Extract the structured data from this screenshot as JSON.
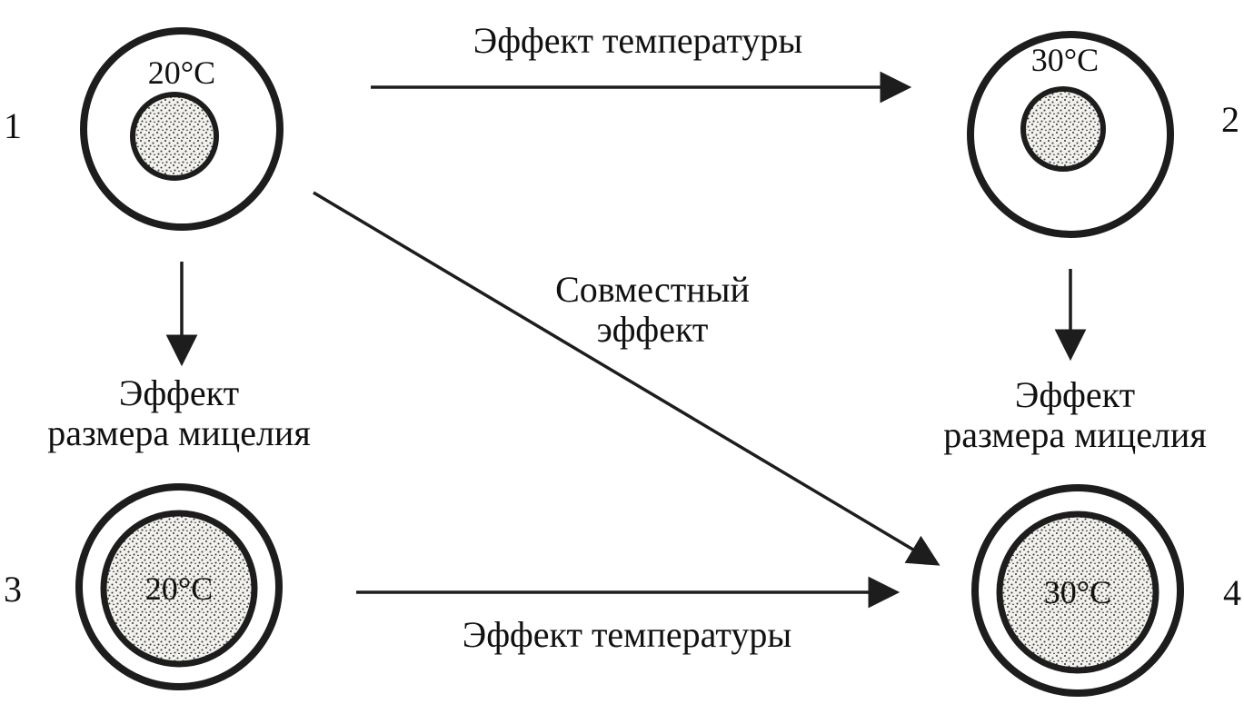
{
  "diagram": {
    "ink_color": "#1d1d1d",
    "stipple_bg": "#f2f1ee",
    "stipple_dot": "#3a3a3a",
    "nodes": [
      {
        "number": "1",
        "temp": "20°C",
        "inner_micelle": "small"
      },
      {
        "number": "2",
        "temp": "30°C",
        "inner_micelle": "small"
      },
      {
        "number": "3",
        "temp": "20°C",
        "inner_micelle": "large"
      },
      {
        "number": "4",
        "temp": "30°C",
        "inner_micelle": "large"
      }
    ],
    "labels": {
      "temp_effect_top": "Эффект температуры",
      "temp_effect_bottom": "Эффект температуры",
      "size_effect_left_line1": "Эффект",
      "size_effect_left_line2": "размера мицелия",
      "size_effect_right_line1": "Эффект",
      "size_effect_right_line2": "размера мицелия",
      "joint_effect_line1": "Совместный",
      "joint_effect_line2": "эффект"
    }
  }
}
